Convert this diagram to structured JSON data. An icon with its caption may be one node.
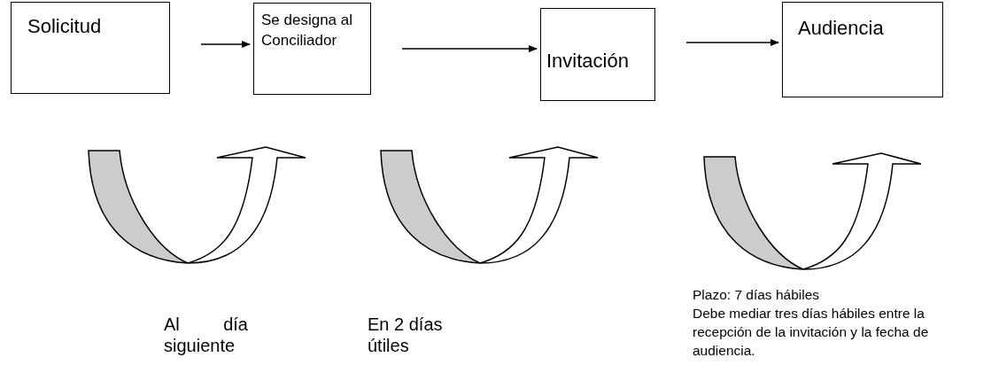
{
  "diagram": {
    "nodes": [
      {
        "text": [
          "Solicitud"
        ]
      },
      {
        "text": [
          "Se designa al Conciliador"
        ]
      },
      {
        "text": [
          "Invitación"
        ]
      },
      {
        "text": [
          "Audiencia"
        ]
      }
    ],
    "edges": [
      {
        "from": 0,
        "to": 1,
        "arrow": "to"
      },
      {
        "from": 1,
        "to": 2,
        "arrow": "to"
      },
      {
        "from": 2,
        "to": 3,
        "arrow": "to"
      }
    ],
    "labels": [
      "Al día siguiente",
      "En 2 días útiles",
      "Plazo: 7 días hábiles",
      "Debe mediar tres días hábiles entre la recepción de la invitación y la fecha de audiencia."
    ]
  }
}
